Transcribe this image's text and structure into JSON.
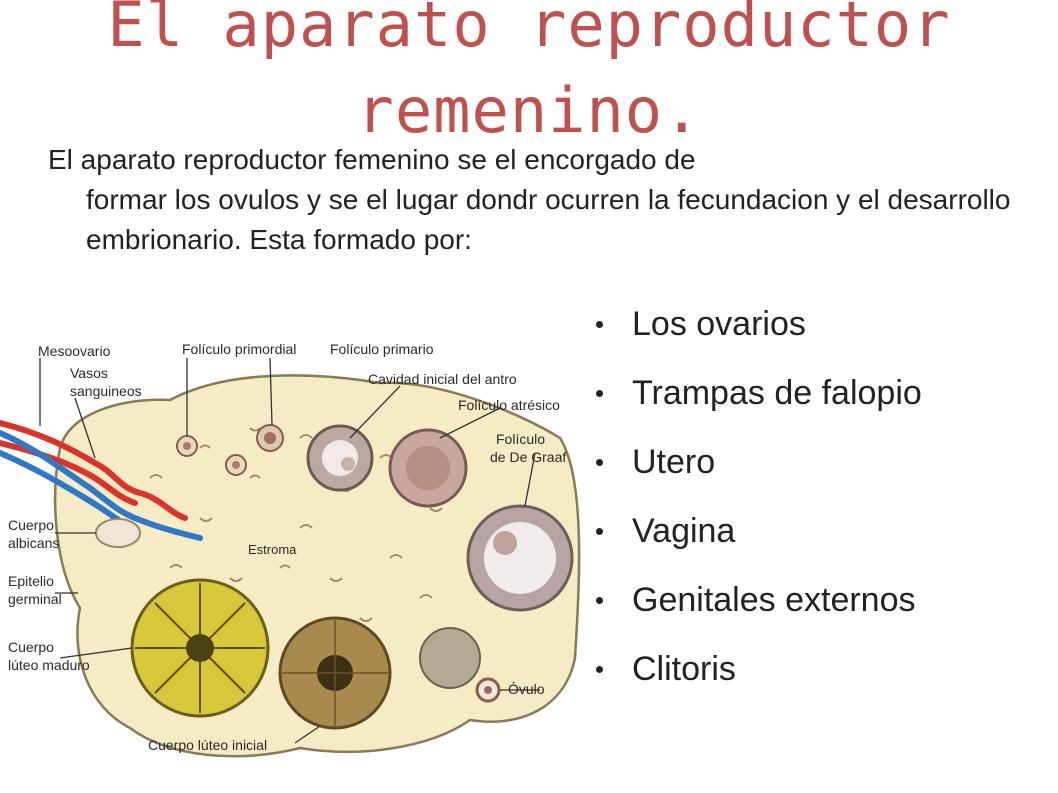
{
  "slide": {
    "title_line1": "El aparato reproductor",
    "title_line2": "remenino.",
    "intro_first": "El aparato reproductor femenino se el encorgado de",
    "intro_rest": "formar los ovulos y se el lugar dondr ocurren la fecundacion y el desarrollo embrionario. Esta formado por:",
    "bullets": [
      "Los ovarios",
      "Trampas de falopio",
      "Utero",
      "Vagina",
      "Genitales externos",
      "Clitoris"
    ]
  },
  "diagram": {
    "labels": {
      "mesoovario": "Mesoovario",
      "vasos": "Vasos",
      "sanguineos": "sanguineos",
      "foliculo_primordial": "Folículo primordial",
      "foliculo_primario": "Folículo primario",
      "cavidad": "Cavidad inicial del antro",
      "foliculo_atresico": "Folículo atrésico",
      "foliculo": "Folículo",
      "de_graaf": "de De Graaf",
      "cuerpo_albicans_1": "Cuerpo",
      "cuerpo_albicans_2": "albicans",
      "epitelio_1": "Epitelio",
      "epitelio_2": "germinal",
      "cuerpo_luteo_1": "Cuerpo",
      "cuerpo_luteo_2": "lúteo maduro",
      "estroma": "Estroma",
      "ovulo": "Óvulo",
      "cuerpo_luteo_inicial": "Cuerpo lúteo inicial"
    },
    "colors": {
      "stroma": "#f5ecc6",
      "artery": "#d9332b",
      "vein": "#2f78c8",
      "luteum": "#d8c63b",
      "title": "#c0504d"
    }
  }
}
